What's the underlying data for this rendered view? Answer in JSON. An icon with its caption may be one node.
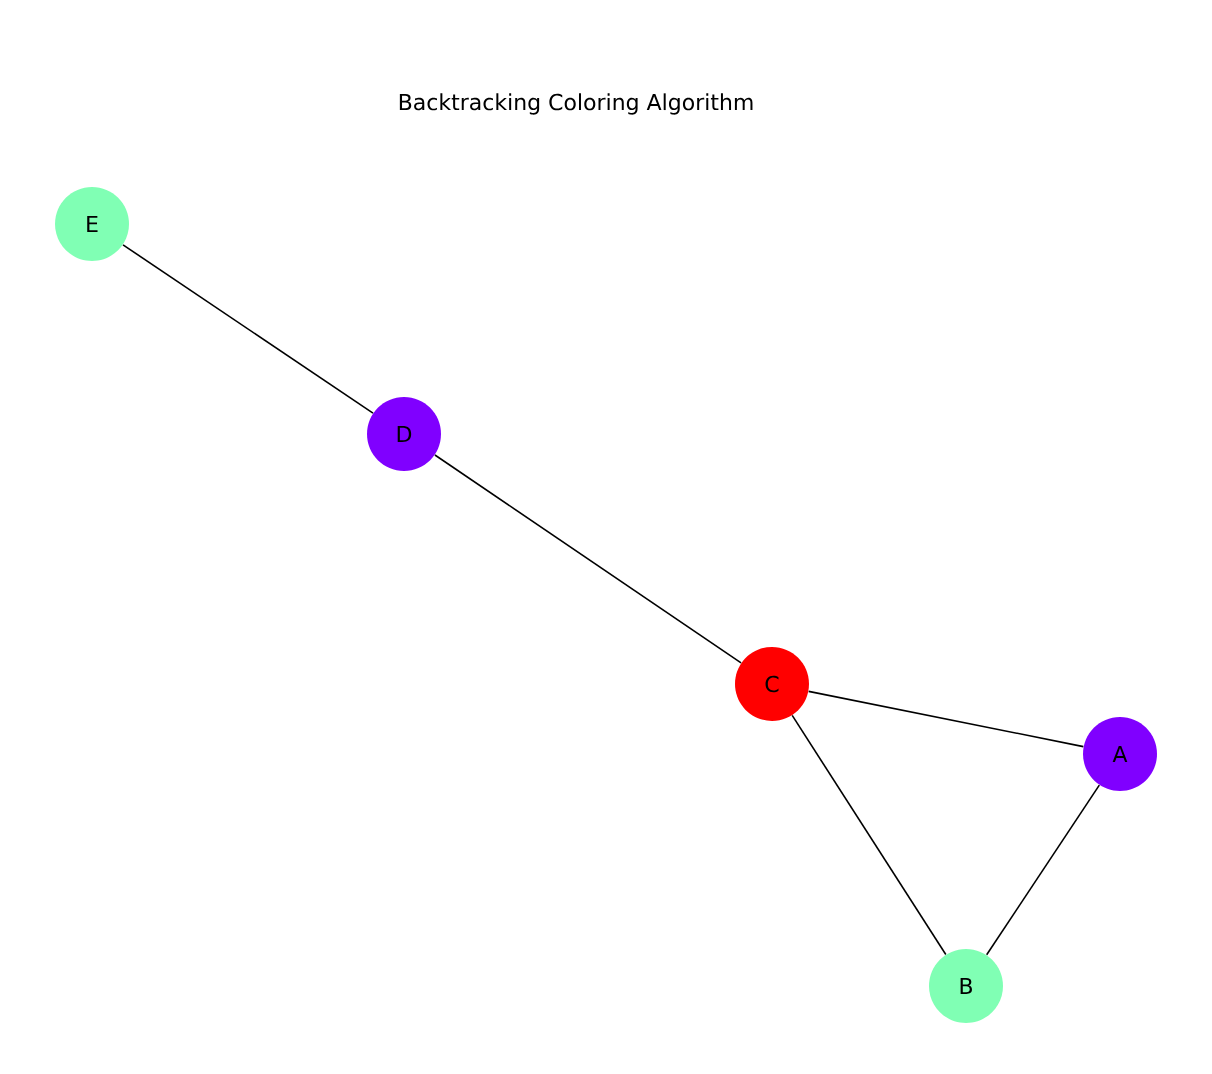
{
  "diagram": {
    "title": "Backtracking Coloring Algorithm",
    "nodes": [
      {
        "text": [
          "E"
        ]
      },
      {
        "text": [
          "D"
        ]
      },
      {
        "text": [
          "C"
        ]
      },
      {
        "text": [
          "A"
        ]
      },
      {
        "text": [
          "B"
        ]
      }
    ],
    "edges": [
      {
        "from": 0,
        "to": 1,
        "arrow": "none"
      },
      {
        "from": 1,
        "to": 2,
        "arrow": "none"
      },
      {
        "from": 2,
        "to": 3,
        "arrow": "none"
      },
      {
        "from": 2,
        "to": 4,
        "arrow": "none"
      },
      {
        "from": 3,
        "to": 4,
        "arrow": "none"
      }
    ]
  }
}
